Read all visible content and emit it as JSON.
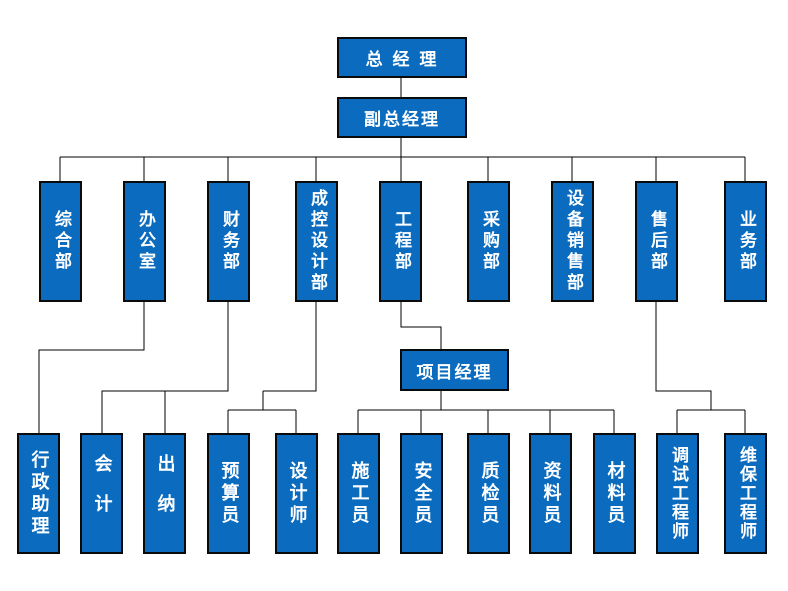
{
  "top": {
    "general_manager": "总 经 理",
    "deputy_manager": "副总经理"
  },
  "departments": [
    "综合部",
    "办公室",
    "财务部",
    "成控设计部",
    "工程部",
    "采购部",
    "设备销售部",
    "售后部",
    "业务部"
  ],
  "project_manager": "项目经理",
  "staff": {
    "admin_assistant": "行政助理",
    "accountant": "会计",
    "cashier": "出纳",
    "budget_officer": "预算员",
    "designer": "设计师",
    "construction_worker": "施工员",
    "safety_officer": "安全员",
    "quality_inspector": "质检员",
    "document_officer": "资料员",
    "material_officer": "材料员",
    "commissioning_engineer": "调试工程师",
    "maintenance_engineer": "维保工程师"
  },
  "colors": {
    "box_fill": "#0a6bbf",
    "box_border": "#0a0a0a",
    "text": "#ffffff",
    "line": "#000000"
  }
}
